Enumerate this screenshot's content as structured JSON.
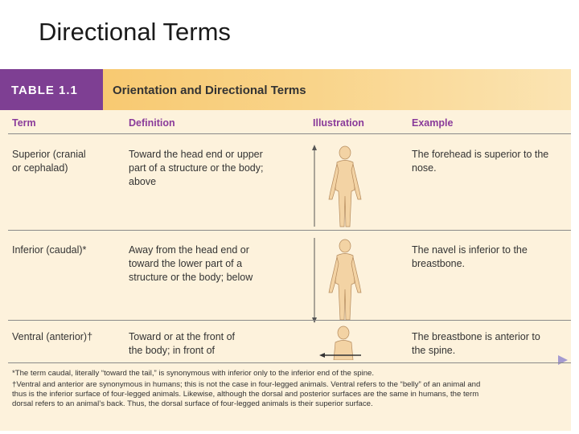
{
  "slide": {
    "title": "Directional Terms"
  },
  "table": {
    "tag": "TABLE  1.1",
    "heading": "Orientation and Directional Terms",
    "columns": [
      "Term",
      "Definition",
      "Illustration",
      "Example"
    ],
    "rows": [
      {
        "term": "Superior (cranial\nor cephalad)",
        "definition": "Toward the head end or upper\npart of a structure or the body;\nabove",
        "example": "The forehead is superior to the\nnose.",
        "illustration": "standing-figure-arrow-up-icon"
      },
      {
        "term": "Inferior (caudal)*",
        "definition": "Away from the head end or\ntoward the lower part of a\nstructure or the body; below",
        "example": "The navel is inferior to the\nbreastbone.",
        "illustration": "standing-figure-arrow-down-icon"
      },
      {
        "term": "Ventral (anterior)†",
        "definition": "Toward or at the front of\nthe body; in front of",
        "example": "The breastbone is anterior to\nthe spine.",
        "illustration": "side-view-figure-arrow-icon"
      }
    ],
    "footnotes": [
      "*The term caudal, literally “toward the tail,” is synonymous with inferior only to the inferior end of the spine.",
      "†Ventral and anterior are synonymous in humans; this is not the case in four-legged animals. Ventral refers to the “belly” of an animal and",
      "thus is the inferior surface of four-legged animals. Likewise, although the dorsal and posterior surfaces are the same in humans, the term",
      "dorsal refers to an animal’s back. Thus, the dorsal surface of four-legged animals is their superior surface."
    ]
  },
  "colors": {
    "tag_bg": "#7e3f93",
    "header_bar": "#f7c465",
    "panel_bg": "#fdf2dc",
    "column_heading": "#8a3b9a",
    "figure_skin": "#f3d3a4",
    "next_arrow": "#a49ad0"
  },
  "icons": [
    "next-arrow-icon"
  ]
}
